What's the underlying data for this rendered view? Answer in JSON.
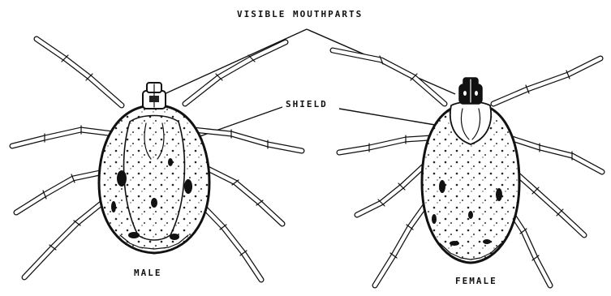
{
  "figure": {
    "labels": {
      "mouthparts": "VISIBLE MOUTHPARTS",
      "shield": "SHIELD",
      "male": "MALE",
      "female": "FEMALE"
    },
    "line_color": "#111111",
    "background": "#ffffff"
  }
}
